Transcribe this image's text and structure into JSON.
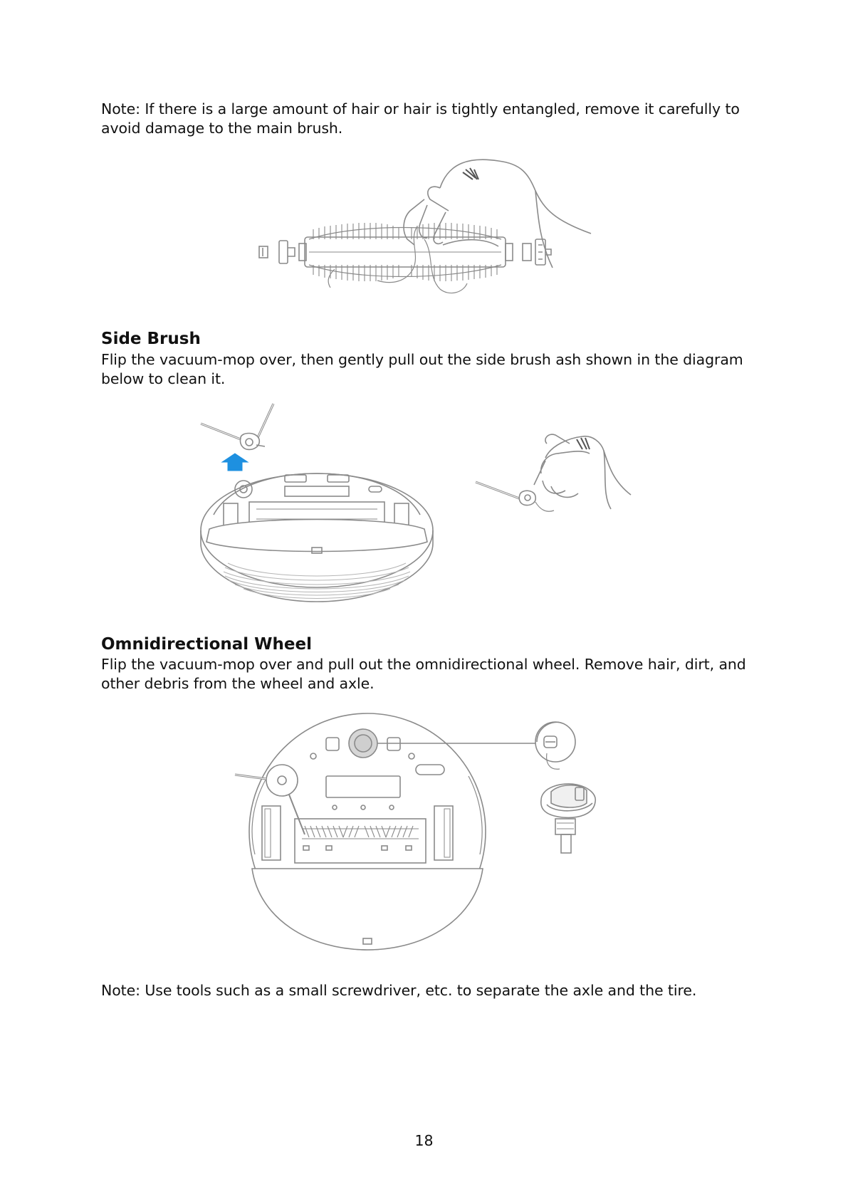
{
  "main_brush_note": "Note: If there is a large amount of hair or hair is tightly entangled, remove it carefully to avoid damage to the main brush.",
  "side_brush": {
    "heading": "Side Brush",
    "body": "Flip the vacuum-mop over, then gently pull out the side brush ash shown in the diagram below to clean it."
  },
  "omni_wheel": {
    "heading": "Omnidirectional Wheel",
    "body": "Flip the vacuum-mop over and pull out the omnidirectional wheel. Remove hair, dirt, and other debris from the wheel and axle.",
    "note": "Note: Use tools such as a small screwdriver, etc. to separate the axle and the tire."
  },
  "page_number": "18",
  "colors": {
    "line_art": "#8a8a8a",
    "arrow": "#1e90e0"
  },
  "figures": {
    "main_brush": {
      "icon": "main-brush-hair-removal-illustration"
    },
    "side_brush": {
      "icon": "side-brush-removal-illustration",
      "arrow_icon": "up-arrow-icon"
    },
    "omni_wheel": {
      "icon": "omnidirectional-wheel-illustration"
    }
  }
}
